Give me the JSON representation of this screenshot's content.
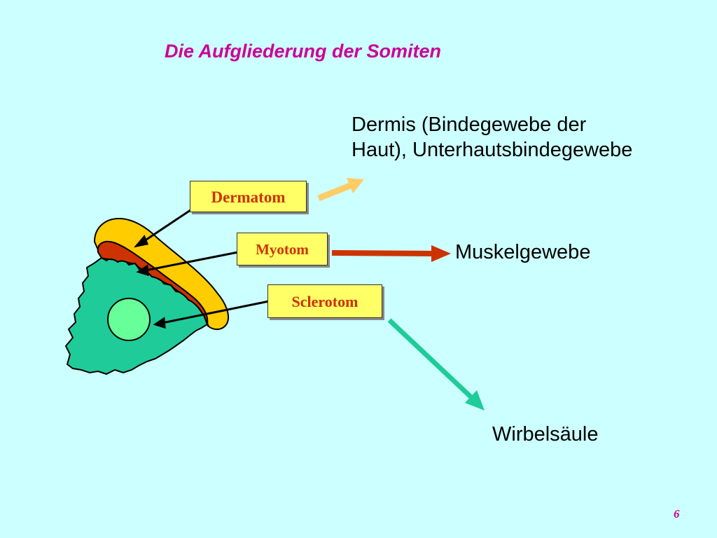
{
  "title": "Die Aufgliederung der Somiten",
  "labels": {
    "dermatom": "Dermatom",
    "myotom": "Myotom",
    "sclerotom": "Sclerotom"
  },
  "targets": {
    "dermis_line1": "Dermis (Bindegewebe der",
    "dermis_line2": "Haut), Unterhautsbindegewebe",
    "muskel": "Muskelgewebe",
    "wirbel": "Wirbelsäule"
  },
  "page_number": "6",
  "colors": {
    "background": "#ccffff",
    "title": "#cc0099",
    "label_box": "#ffff66",
    "label_text": "#cc3300",
    "dermatom": "#ffcc00",
    "myotom": "#cc3300",
    "sclerotom": "#1fcc99",
    "notochord": "#66ff99",
    "arrow_dermis": "#ffcc66",
    "arrow_muskel": "#cc3300",
    "arrow_wirbel": "#1fcc99"
  }
}
